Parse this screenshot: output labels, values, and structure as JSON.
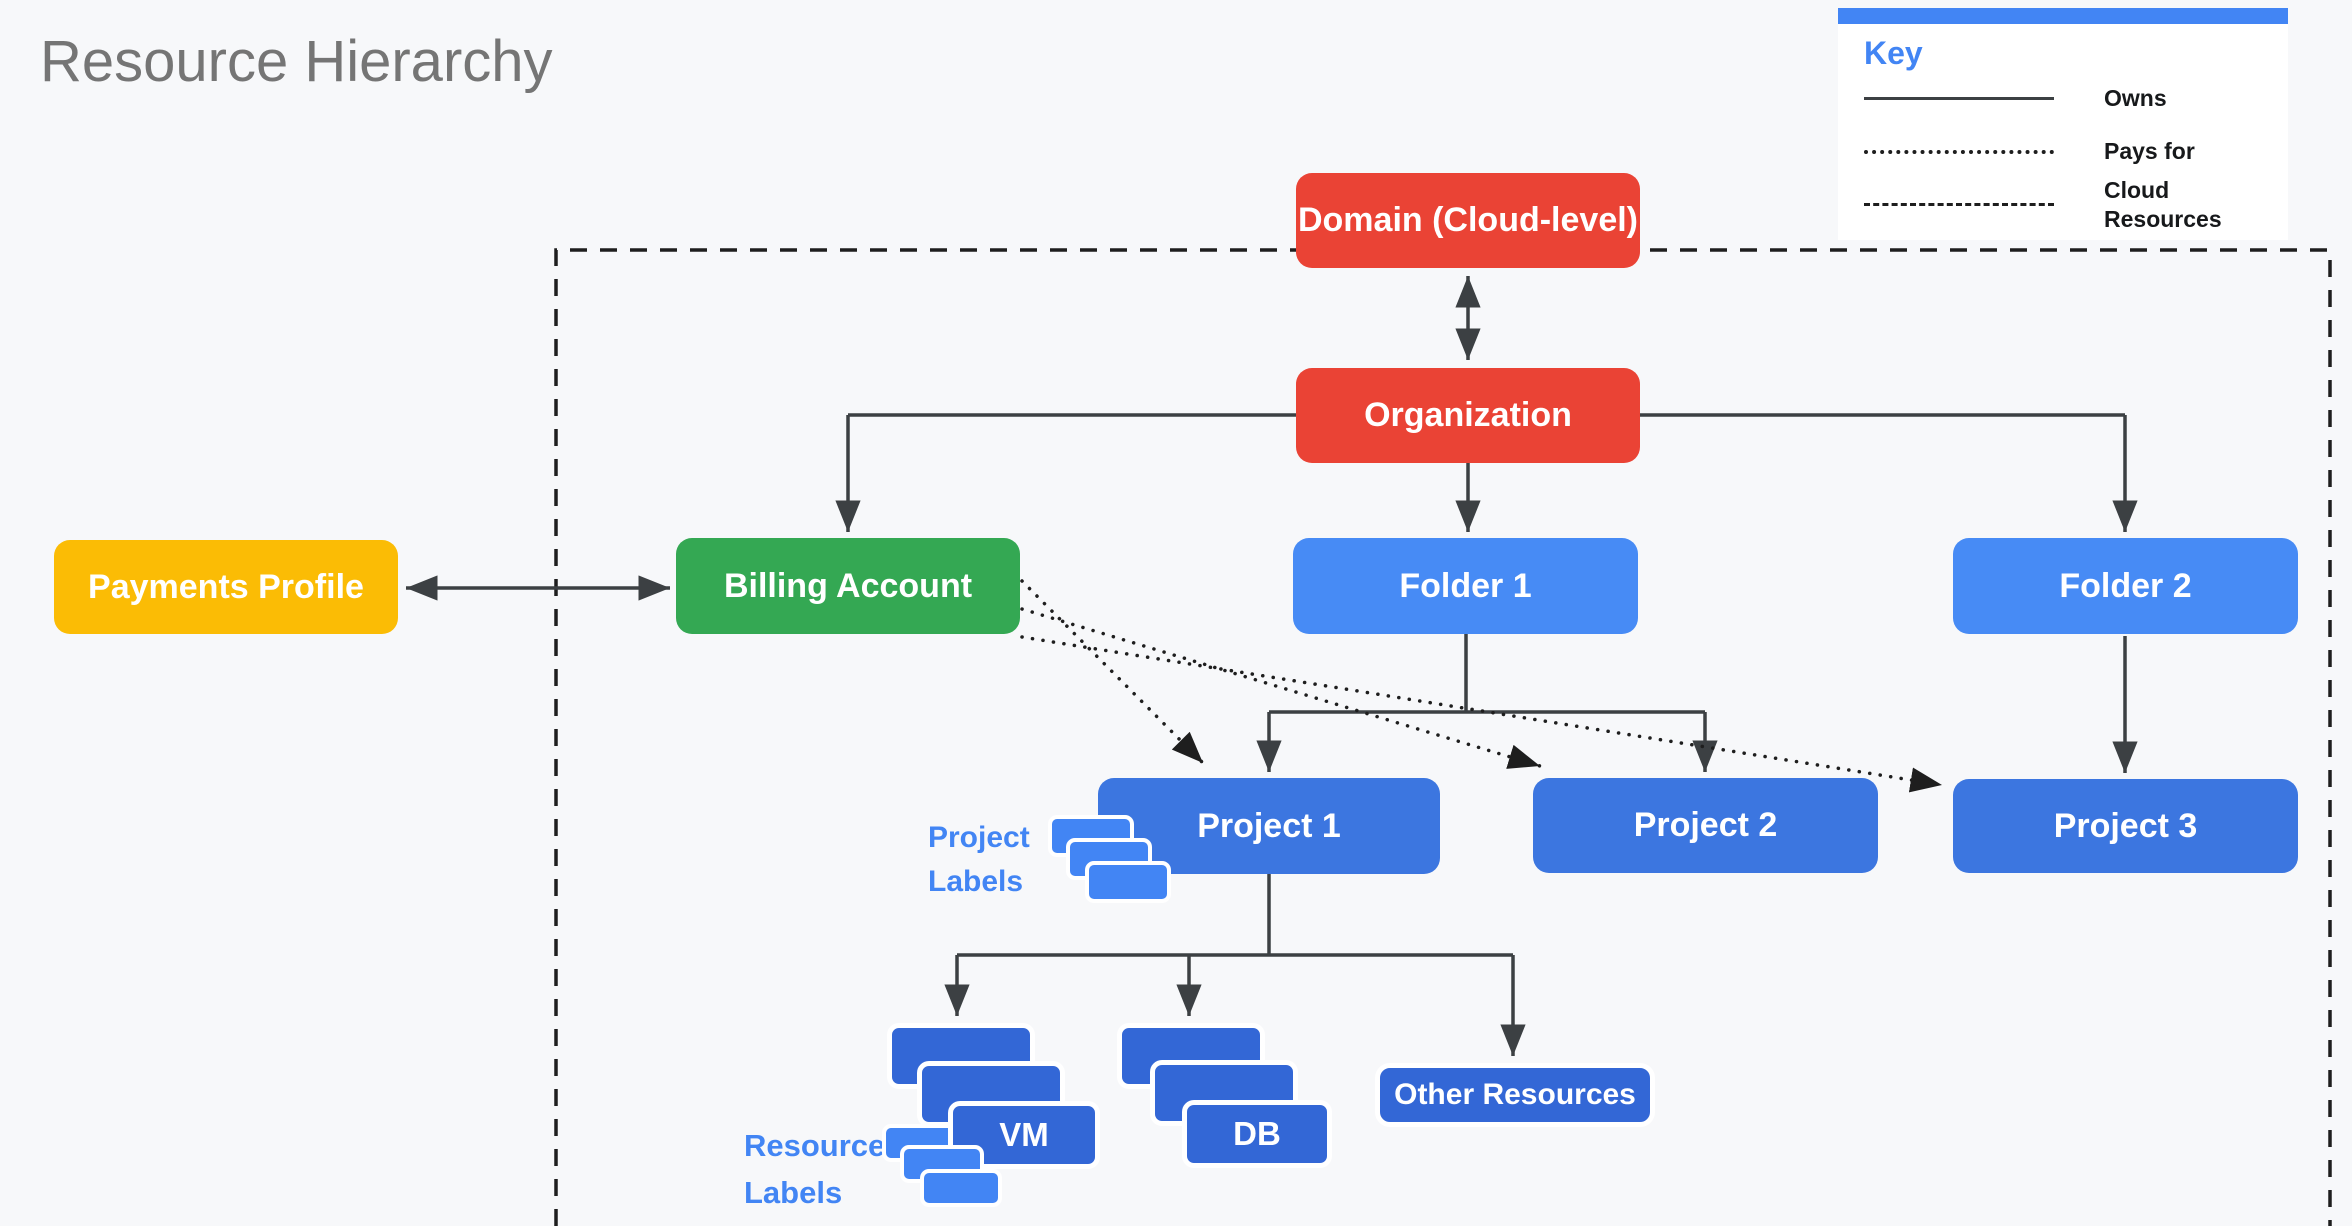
{
  "title": "Resource Hierarchy",
  "key": {
    "title": "Key",
    "items": [
      {
        "style": "solid",
        "label": "Owns"
      },
      {
        "style": "dotted",
        "label": "Pays for"
      },
      {
        "style": "dashed",
        "label": "Cloud Resources"
      }
    ]
  },
  "nodes": {
    "domain": "Domain (Cloud-level)",
    "organization": "Organization",
    "payments_profile": "Payments Profile",
    "billing_account": "Billing Account",
    "folder_1": "Folder 1",
    "folder_2": "Folder 2",
    "project_1": "Project 1",
    "project_2": "Project 2",
    "project_3": "Project 3",
    "vm": "VM",
    "db": "DB",
    "other_resources": "Other Resources"
  },
  "annotations": {
    "project_labels": "Project Labels",
    "resource_labels": "Resource Labels"
  },
  "colors": {
    "background": "#F7F8FA",
    "red": "#EA4335",
    "green": "#34A853",
    "yellow": "#FBBC05",
    "folder_blue": "#478BF5",
    "project_blue": "#3C76E0",
    "resource_blue": "#3367D6",
    "label_blue": "#4285F4",
    "line_gray": "#3C4043",
    "boundary_black": "#1E1E1E",
    "title_gray": "#757575",
    "key_accent": "#4285F4"
  }
}
